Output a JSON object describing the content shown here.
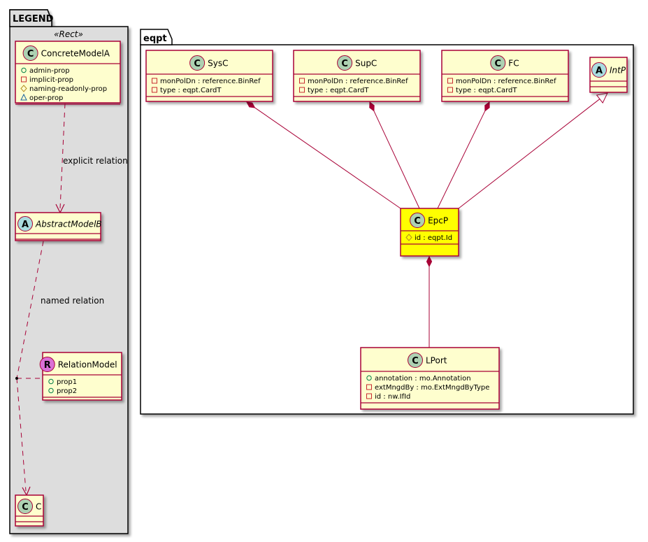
{
  "legend": {
    "title": "LEGEND",
    "stereotype": "«Rect»",
    "classes": [
      {
        "id": "ConcreteModelA",
        "name": "ConcreteModelA",
        "kind": "C",
        "italic": false,
        "attributes": [
          {
            "visibility": "public",
            "text": "admin-prop"
          },
          {
            "visibility": "private",
            "text": "implicit-prop"
          },
          {
            "visibility": "protected",
            "text": "naming-readonly-prop"
          },
          {
            "visibility": "package",
            "text": "oper-prop"
          }
        ]
      },
      {
        "id": "AbstractModelB",
        "name": "AbstractModelB",
        "kind": "A",
        "italic": true,
        "attributes": []
      },
      {
        "id": "RelationModel",
        "name": "RelationModel",
        "kind": "R",
        "italic": false,
        "attributes": [
          {
            "visibility": "public",
            "text": "prop1"
          },
          {
            "visibility": "public",
            "text": "prop2"
          }
        ]
      },
      {
        "id": "C",
        "name": "C",
        "kind": "C",
        "italic": false,
        "attributes": []
      }
    ],
    "relations": [
      {
        "from": "ConcreteModelA",
        "to": "AbstractModelB",
        "type": "dependency",
        "label": "explicit relation"
      },
      {
        "from": "AbstractModelB",
        "to": "C",
        "type": "dependency",
        "label": "named relation",
        "association_class": "RelationModel"
      }
    ]
  },
  "package": {
    "title": "eqpt",
    "classes": [
      {
        "id": "SysC",
        "name": "SysC",
        "kind": "C",
        "italic": false,
        "highlight": false,
        "attributes": [
          {
            "visibility": "private",
            "text": "monPolDn : reference.BinRef"
          },
          {
            "visibility": "private",
            "text": "type : eqpt.CardT"
          }
        ]
      },
      {
        "id": "SupC",
        "name": "SupC",
        "kind": "C",
        "italic": false,
        "highlight": false,
        "attributes": [
          {
            "visibility": "private",
            "text": "monPolDn : reference.BinRef"
          },
          {
            "visibility": "private",
            "text": "type : eqpt.CardT"
          }
        ]
      },
      {
        "id": "FC",
        "name": "FC",
        "kind": "C",
        "italic": false,
        "highlight": false,
        "attributes": [
          {
            "visibility": "private",
            "text": "monPolDn : reference.BinRef"
          },
          {
            "visibility": "private",
            "text": "type : eqpt.CardT"
          }
        ]
      },
      {
        "id": "IntP",
        "name": "IntP",
        "kind": "A",
        "italic": true,
        "highlight": false,
        "attributes": []
      },
      {
        "id": "EpcP",
        "name": "EpcP",
        "kind": "C",
        "italic": false,
        "highlight": true,
        "attributes": [
          {
            "visibility": "protected",
            "text": "id : eqpt.Id"
          }
        ]
      },
      {
        "id": "LPort",
        "name": "LPort",
        "kind": "C",
        "italic": false,
        "highlight": false,
        "attributes": [
          {
            "visibility": "public",
            "text": "annotation : mo.Annotation"
          },
          {
            "visibility": "private",
            "text": "extMngdBy : mo.ExtMngdByType"
          },
          {
            "visibility": "private",
            "text": "id : nw.IfId"
          }
        ]
      }
    ],
    "relations": [
      {
        "from": "SysC",
        "to": "EpcP",
        "type": "composition"
      },
      {
        "from": "SupC",
        "to": "EpcP",
        "type": "composition"
      },
      {
        "from": "FC",
        "to": "EpcP",
        "type": "composition"
      },
      {
        "from": "EpcP",
        "to": "IntP",
        "type": "inheritance"
      },
      {
        "from": "EpcP",
        "to": "LPort",
        "type": "composition"
      }
    ]
  },
  "colors": {
    "class_fill": "#FEFECE",
    "class_border": "#A80036",
    "highlight_fill": "#FFFF00",
    "legend_bg": "#DDDDDD",
    "edge": "#A80036",
    "circle_C": "#ADD1B2",
    "circle_A": "#A9DCDF",
    "circle_R": "#DA70D6",
    "vis_public": "#038048",
    "vis_private": "#C82930",
    "vis_protected": "#B38D22",
    "vis_package": "#1963A0"
  }
}
